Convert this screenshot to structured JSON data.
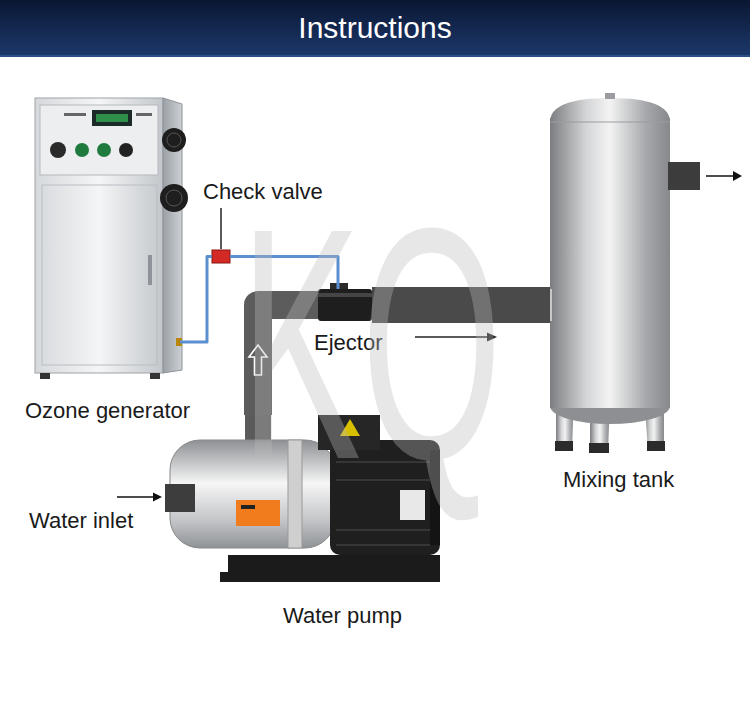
{
  "diagram": {
    "title": "Instructions",
    "nodes": [
      {
        "text": [
          "Ozone generator"
        ]
      },
      {
        "text": [
          "Check valve"
        ]
      },
      {
        "text": [
          "Ejector"
        ]
      },
      {
        "text": [
          "Mixing tank"
        ]
      },
      {
        "text": [
          "Water pump"
        ]
      }
    ],
    "edges": [
      {
        "from": 0,
        "to": 1,
        "arrow": "none"
      },
      {
        "from": 1,
        "to": 2,
        "arrow": "none"
      },
      {
        "from": 4,
        "to": 2,
        "arrow": "to"
      },
      {
        "from": 2,
        "to": 3,
        "arrow": "none"
      }
    ],
    "labels": [
      "Water inlet",
      "KQ"
    ]
  }
}
